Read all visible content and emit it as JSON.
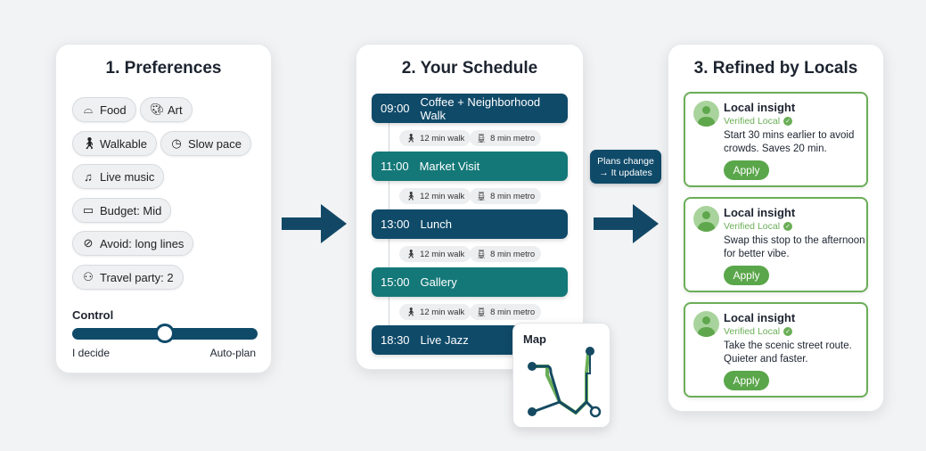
{
  "preferences": {
    "title": "1. Preferences",
    "chips": [
      {
        "label": "Food",
        "icon": "food-cloche-icon"
      },
      {
        "label": "Art",
        "icon": "palette-icon"
      },
      {
        "label": "Walkable",
        "icon": "walking-icon"
      },
      {
        "label": "Slow pace",
        "icon": "clock-icon"
      },
      {
        "label": "Live music",
        "icon": "music-note-icon"
      },
      {
        "label": "Budget: Mid",
        "icon": "credit-card-icon"
      },
      {
        "label": "Avoid: long lines",
        "icon": "bell-off-icon"
      },
      {
        "label": "Travel party: 2",
        "icon": "users-icon"
      }
    ],
    "control": {
      "label": "Control",
      "min_label": "I decide",
      "max_label": "Auto-plan",
      "value": 0.5
    }
  },
  "schedule": {
    "title": "2. Your Schedule",
    "items": [
      {
        "time": "09:00",
        "name": "Coffee + Neighborhood Walk"
      },
      {
        "time": "11:00",
        "name": "Market Visit"
      },
      {
        "time": "13:00",
        "name": "Lunch"
      },
      {
        "time": "15:00",
        "name": "Gallery"
      },
      {
        "time": "18:30",
        "name": "Live Jazz"
      }
    ],
    "transit": {
      "walk": "12 min walk",
      "metro": "8 min metro"
    },
    "map_label": "Map"
  },
  "callout": {
    "line1": "Plans change",
    "line2": "→ It updates"
  },
  "locals": {
    "title": "3. Refined by Locals",
    "cards": [
      {
        "title": "Local insight",
        "verified": "Verified Local",
        "text": "Start 30 mins earlier to avoid crowds. Saves 20 min.",
        "button": "Apply"
      },
      {
        "title": "Local insight",
        "verified": "Verified Local",
        "text": "Swap this stop to the afternoon for better vibe.",
        "button": "Apply"
      },
      {
        "title": "Local insight",
        "verified": "Verified Local",
        "text": "Take the scenic street route. Quieter and faster.",
        "button": "Apply"
      }
    ]
  },
  "colors": {
    "dark": "#0f4a69",
    "teal": "#147878",
    "green": "#5aa64a"
  }
}
